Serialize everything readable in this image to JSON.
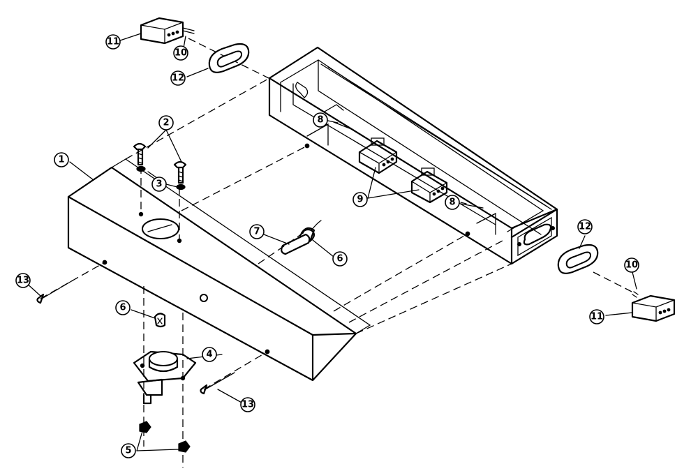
{
  "diagram": {
    "callouts": [
      {
        "id": "c1",
        "label": "1"
      },
      {
        "id": "c2",
        "label": "2"
      },
      {
        "id": "c3",
        "label": "3"
      },
      {
        "id": "c4",
        "label": "4"
      },
      {
        "id": "c5",
        "label": "5"
      },
      {
        "id": "c6a",
        "label": "6"
      },
      {
        "id": "c6b",
        "label": "6"
      },
      {
        "id": "c7",
        "label": "7"
      },
      {
        "id": "c8a",
        "label": "8"
      },
      {
        "id": "c8b",
        "label": "8"
      },
      {
        "id": "c9",
        "label": "9"
      },
      {
        "id": "c10a",
        "label": "10"
      },
      {
        "id": "c10b",
        "label": "10"
      },
      {
        "id": "c11a",
        "label": "11"
      },
      {
        "id": "c11b",
        "label": "11"
      },
      {
        "id": "c12a",
        "label": "12"
      },
      {
        "id": "c12b",
        "label": "12"
      },
      {
        "id": "c13a",
        "label": "13"
      },
      {
        "id": "c13b",
        "label": "13"
      }
    ]
  }
}
